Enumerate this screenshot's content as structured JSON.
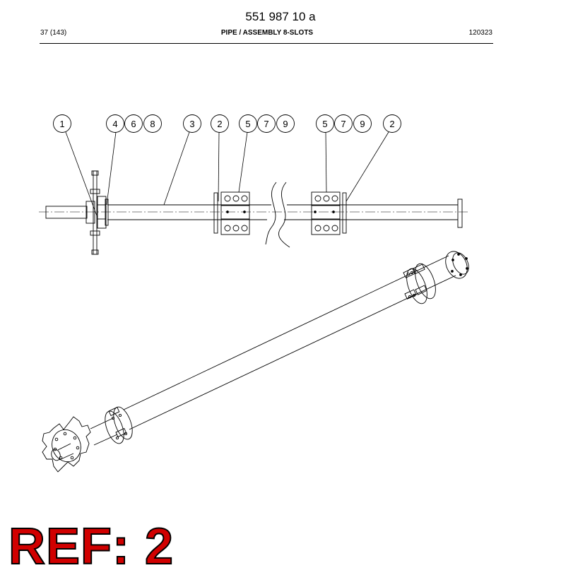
{
  "header": {
    "doc_number": "551 987 10 a",
    "page": "37 (143)",
    "title": "PIPE / ASSEMBLY 8-SLOTS",
    "date_code": "120323"
  },
  "callouts": [
    {
      "id": "c1",
      "label": "1"
    },
    {
      "id": "c4",
      "label": "4"
    },
    {
      "id": "c6",
      "label": "6"
    },
    {
      "id": "c8",
      "label": "8"
    },
    {
      "id": "c3",
      "label": "3"
    },
    {
      "id": "c2a",
      "label": "2"
    },
    {
      "id": "c5a",
      "label": "5"
    },
    {
      "id": "c7a",
      "label": "7"
    },
    {
      "id": "c9a",
      "label": "9"
    },
    {
      "id": "c5b",
      "label": "5"
    },
    {
      "id": "c7b",
      "label": "7"
    },
    {
      "id": "c9b",
      "label": "9"
    },
    {
      "id": "c2b",
      "label": "2"
    }
  ],
  "stamp": {
    "text": "REF: 2",
    "color": "#d10000"
  }
}
